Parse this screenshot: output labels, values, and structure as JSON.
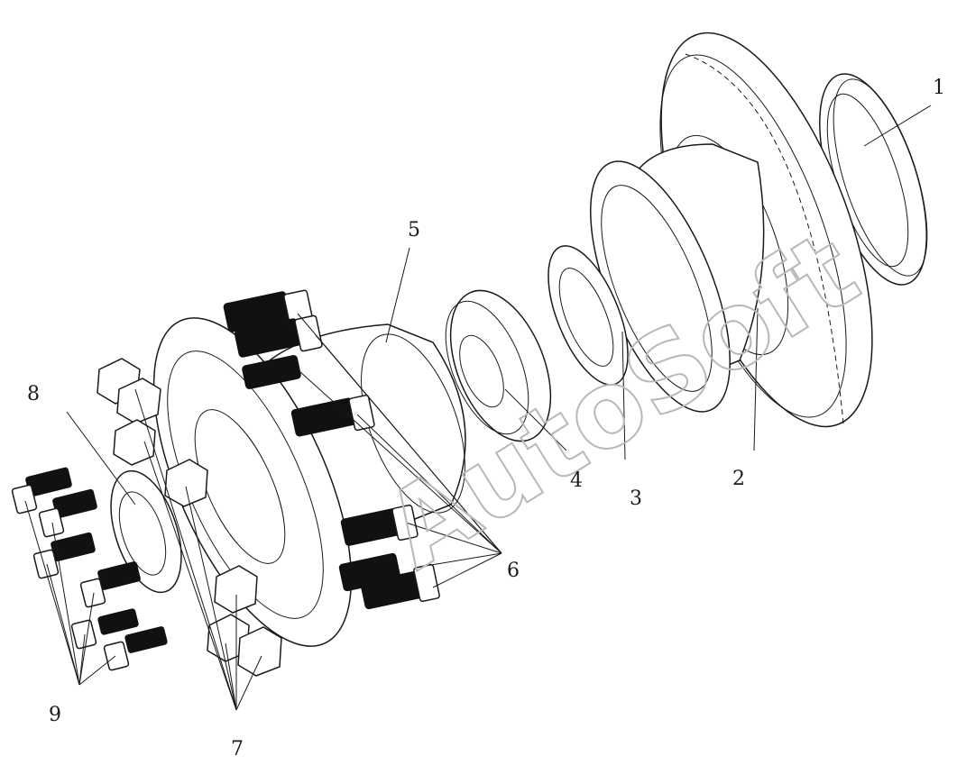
{
  "watermark": "AutoSoft",
  "callouts": [
    {
      "id": "1",
      "label": "1"
    },
    {
      "id": "2",
      "label": "2"
    },
    {
      "id": "3",
      "label": "3"
    },
    {
      "id": "4",
      "label": "4"
    },
    {
      "id": "5",
      "label": "5"
    },
    {
      "id": "6",
      "label": "6"
    },
    {
      "id": "7",
      "label": "7"
    },
    {
      "id": "8",
      "label": "8"
    },
    {
      "id": "9",
      "label": "9"
    }
  ],
  "colors": {
    "line": "#1a1a1a",
    "watermark": "#b8b8b8",
    "background": "#ffffff"
  }
}
